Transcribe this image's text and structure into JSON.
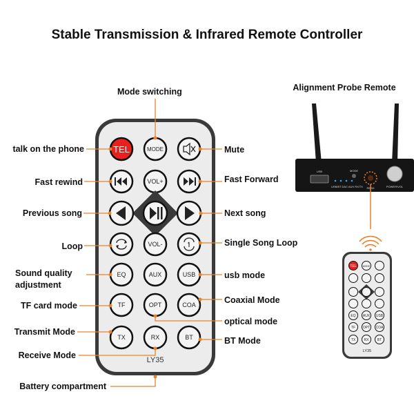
{
  "title": "Stable Transmission & Infrared Remote Controller",
  "subtitle": "Alignment Probe Remote",
  "remote_model": "LY35",
  "callouts": {
    "mode_switching": "Mode switching",
    "talk": "talk on the phone",
    "mute": "Mute",
    "fast_rewind": "Fast rewind",
    "fast_forward": "Fast Forward",
    "previous": "Previous song",
    "next": "Next song",
    "loop": "Loop",
    "single_loop": "Single Song Loop",
    "sound_quality_1": "Sound quality",
    "sound_quality_2": "adjustment",
    "usb_mode": "usb mode",
    "tf_mode": "TF card mode",
    "coaxial": "Coaxial Mode",
    "optical": "optical mode",
    "transmit": "Transmit Mode",
    "bt_mode": "BT Mode",
    "receive": "Receive Mode",
    "battery": "Battery compartment"
  },
  "buttons": {
    "tel": "TEL",
    "mode": "MODE",
    "vol_up": "VOL+",
    "vol_down": "VOL-",
    "eq": "EQ",
    "aux": "AUX",
    "usb": "USB",
    "tf": "TF",
    "opt": "OPT",
    "coa": "COA",
    "tx": "TX",
    "rx": "RX",
    "bt": "BT"
  },
  "device": {
    "usb_port": "USB",
    "mode_btn": "MODE",
    "indicators": "USB/BT DAC AUX RX/TX",
    "read": "READ",
    "power_vol": "POWER/VOL"
  },
  "colors": {
    "accent": "#e8822a",
    "tel_red": "#e8201e",
    "remote_body": "#ececec",
    "remote_edge": "#3a3a3a"
  }
}
